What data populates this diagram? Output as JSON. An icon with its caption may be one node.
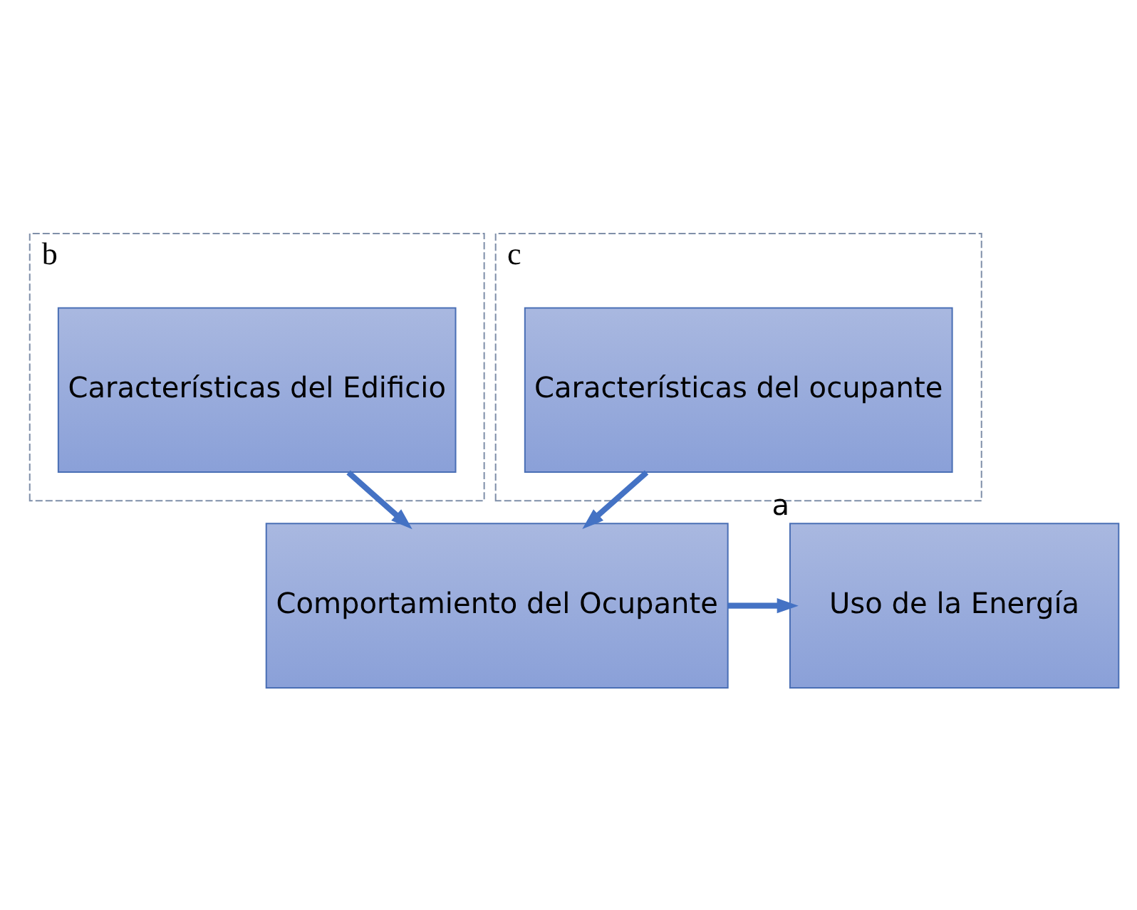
{
  "diagram": {
    "nodes": [
      {
        "text": [
          "b"
        ]
      },
      {
        "text": [
          "Características del Edificio"
        ],
        "in": 0
      },
      {
        "text": [
          "c"
        ]
      },
      {
        "text": [
          "Comportamiento del Ocupante"
        ]
      },
      {
        "text": [
          "Uso de la Energía"
        ],
        "beside": [
          "a"
        ]
      },
      {
        "text": [
          "Características del ocupante"
        ],
        "in": 2
      }
    ],
    "edges": [
      {
        "from": 1,
        "to": 3,
        "arrow": "to"
      },
      {
        "from": 5,
        "to": 3,
        "arrow": "to"
      },
      {
        "from": 3,
        "to": 4,
        "arrow": "to"
      }
    ]
  }
}
